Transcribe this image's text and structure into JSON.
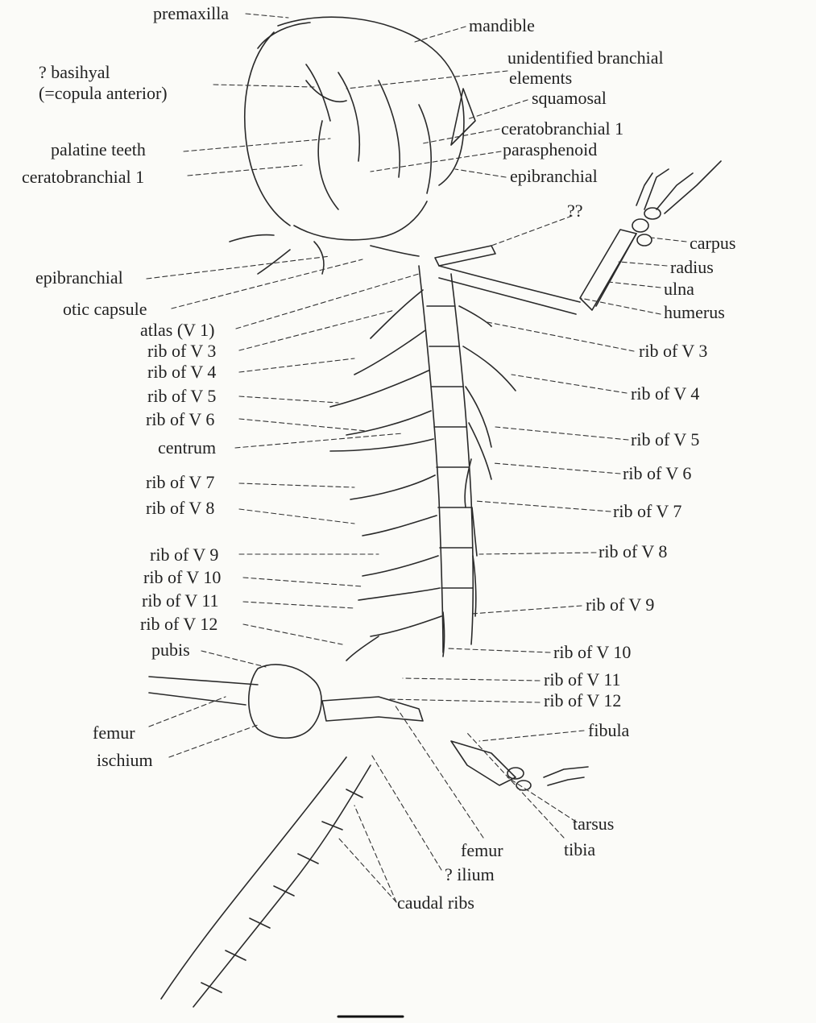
{
  "labels": {
    "premaxilla": "premaxilla",
    "mandible": "mandible",
    "basihyal_1": "? basihyal",
    "basihyal_2": "(=copula anterior)",
    "unid_branchial_1": "unidentified branchial",
    "unid_branchial_2": "elements",
    "squamosal": "squamosal",
    "ceratobranchial_right": "ceratobranchial 1",
    "parasphenoid": "parasphenoid",
    "epibranchial_right": "epibranchial",
    "palatine_teeth": "palatine teeth",
    "ceratobranchial_left": "ceratobranchial 1",
    "qq": "??",
    "carpus": "carpus",
    "radius": "radius",
    "ulna": "ulna",
    "humerus": "humerus",
    "epibranchial_left": "epibranchial",
    "otic_capsule": "otic capsule",
    "atlas": "atlas (V 1)",
    "left_rib_v3": "rib of V 3",
    "left_rib_v4": "rib of V 4",
    "left_rib_v5": "rib of V 5",
    "left_rib_v6": "rib of V 6",
    "centrum": "centrum",
    "left_rib_v7": "rib of V 7",
    "left_rib_v8": "rib of V 8",
    "left_rib_v9": "rib of V 9",
    "left_rib_v10": "rib of V 10",
    "left_rib_v11": "rib of V 11",
    "left_rib_v12": "rib of V 12",
    "pubis": "pubis",
    "femur_left": "femur",
    "ischium": "ischium",
    "right_rib_v3": "rib of V 3",
    "right_rib_v4": "rib of V 4",
    "right_rib_v5": "rib of V 5",
    "right_rib_v6": "rib of V 6",
    "right_rib_v7": "rib of V 7",
    "right_rib_v8": "rib of V 8",
    "right_rib_v9": "rib of V 9",
    "right_rib_v10": "rib of V 10",
    "right_rib_v11": "rib of V 11",
    "right_rib_v12": "rib of V 12",
    "fibula": "fibula",
    "tarsus": "tarsus",
    "tibia": "tibia",
    "femur_bottom": "femur",
    "ilium": "? ilium",
    "caudal_ribs": "caudal ribs"
  }
}
